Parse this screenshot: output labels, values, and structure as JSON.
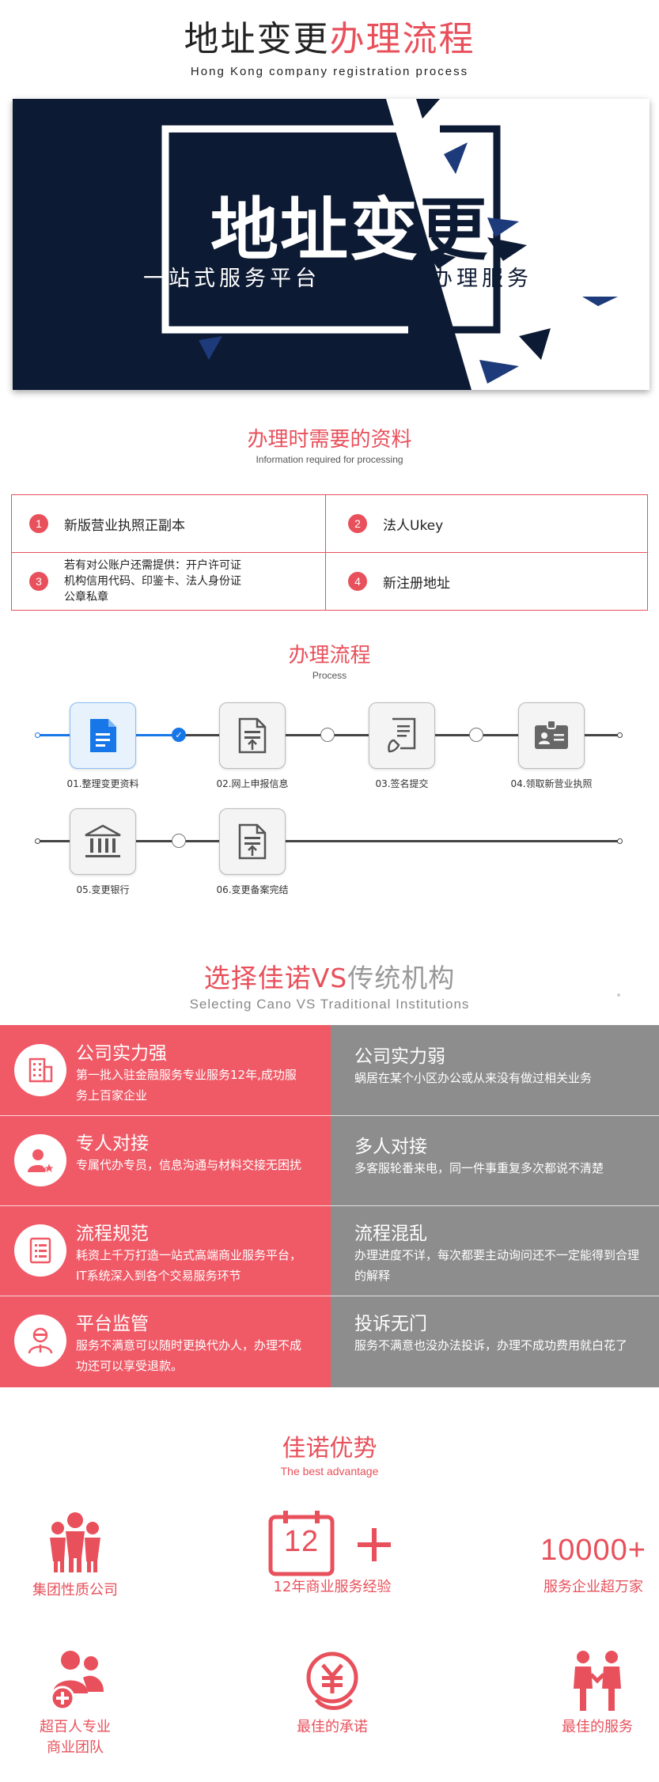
{
  "header": {
    "title_black": "地址变更",
    "title_red": "办理流程",
    "subtitle": "Hong Kong company registration process"
  },
  "banner": {
    "title_white": "地址变",
    "title_dark": "更",
    "slogan_left": "一站式服务平台",
    "slogan_right": "专业办理服务",
    "colors": {
      "navy": "#0d1a33",
      "white": "#ffffff"
    }
  },
  "materials": {
    "title": "办理时需要的资料",
    "subtitle": "Information required for processing",
    "items": [
      {
        "num": "1",
        "text": "新版营业执照正副本"
      },
      {
        "num": "2",
        "text": "法人Ukey"
      },
      {
        "num": "3",
        "text_lines": [
          "若有对公账户还需提供：开户许可证",
          "机构信用代码、印鉴卡、法人身份证",
          "公章私章"
        ]
      },
      {
        "num": "4",
        "text": "新注册地址"
      }
    ]
  },
  "process": {
    "title": "办理流程",
    "subtitle": "Process",
    "steps": [
      {
        "label": "01.整理变更资料",
        "icon": "document-icon",
        "active": true
      },
      {
        "label": "02.网上申报信息",
        "icon": "upload-document-icon",
        "active": false
      },
      {
        "label": "03.签名提交",
        "icon": "sign-document-icon",
        "active": false
      },
      {
        "label": "04.领取新营业执照",
        "icon": "id-card-icon",
        "active": false
      },
      {
        "label": "05.变更银行",
        "icon": "bank-icon",
        "active": false
      },
      {
        "label": "06.变更备案完结",
        "icon": "file-complete-icon",
        "active": false
      }
    ],
    "colors": {
      "active": "#1877e8",
      "inactive": "#444444"
    }
  },
  "vs": {
    "title_red": "选择佳诺VS",
    "title_gray": "传统机构",
    "subtitle": "Selecting Cano VS Traditional Institutions",
    "rows": [
      {
        "icon": "building-icon",
        "left_title": "公司实力强",
        "left_desc": "第一批入驻金融服务专业服务12年,成功服务上百家企业",
        "right_title": "公司实力弱",
        "right_desc": "蜗居在某个小区办公或从来没有做过相关业务"
      },
      {
        "icon": "agent-icon",
        "left_title": "专人对接",
        "left_desc": "专属代办专员，信息沟通与材料交接无困扰",
        "right_title": "多人对接",
        "right_desc": "多客服轮番来电，同一件事重复多次都说不清楚"
      },
      {
        "icon": "checklist-icon",
        "left_title": "流程规范",
        "left_desc": "耗资上千万打造一站式高端商业服务平台，IT系统深入到各个交易服务环节",
        "right_title": "流程混乱",
        "right_desc": "办理进度不详，每次都要主动询问还不一定能得到合理的解释"
      },
      {
        "icon": "supervisor-icon",
        "left_title": "平台监管",
        "left_desc": "服务不满意可以随时更换代办人，办理不成功还可以享受退款。",
        "right_title": "投诉无门",
        "right_desc": "服务不满意也没办法投诉，办理不成功费用就白花了"
      }
    ],
    "colors": {
      "left": "#f05a67",
      "right": "#8d8d8d"
    }
  },
  "advantage": {
    "title": "佳诺优势",
    "subtitle": "The best advantage",
    "items": [
      {
        "icon": "group-people-icon",
        "label": "集团性质公司"
      },
      {
        "icon": "calendar-12-icon",
        "label": "12年商业服务经验",
        "big": "12"
      },
      {
        "icon": "number-icon",
        "label": "服务企业超万家",
        "big": "10000+"
      },
      {
        "icon": "team-plus-icon",
        "label_lines": [
          "超百人专业",
          "商业团队"
        ]
      },
      {
        "icon": "yuan-coin-icon",
        "label": "最佳的承诺"
      },
      {
        "icon": "handshake-people-icon",
        "label": "最佳的服务"
      }
    ],
    "colors": {
      "accent": "#e8505b"
    }
  }
}
